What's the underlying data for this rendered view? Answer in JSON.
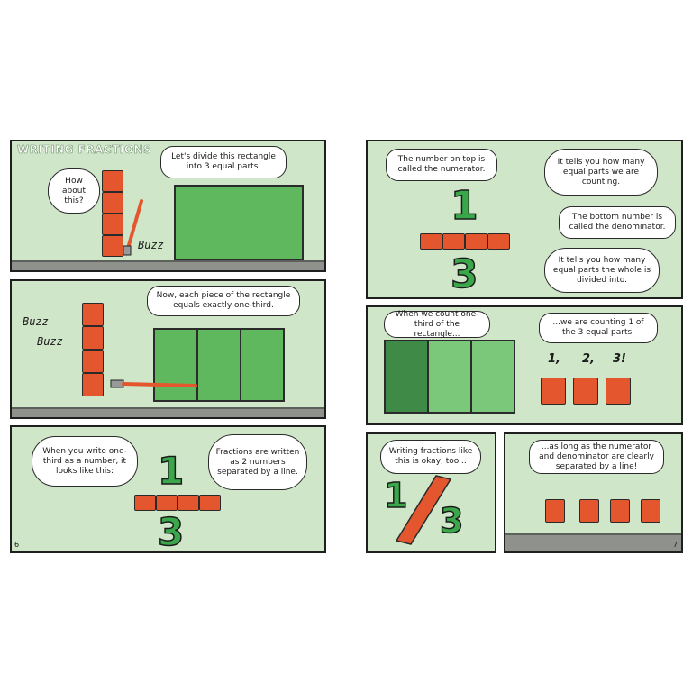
{
  "left_page": {
    "panel1": {
      "title": "WRITING FRACTIONS",
      "bubble_question": "How about this?",
      "bubble_divide": "Let's divide this rectangle into 3 equal parts.",
      "sound": "Buzz"
    },
    "panel2": {
      "bubble_each_piece": "Now, each piece of the rectangle equals exactly one-third.",
      "sound1": "Buzz",
      "sound2": "Buzz"
    },
    "panel3": {
      "bubble_write": "When you write one-third as a number, it looks like this:",
      "bubble_fractions": "Fractions are written as 2 numbers separated by a line.",
      "numerator": "1",
      "denominator": "3"
    },
    "page_number": "6"
  },
  "right_page": {
    "panel1": {
      "bubble_top": "The number on top is called the numerator.",
      "bubble_tells": "It tells you how many equal parts we are counting.",
      "bubble_bottom": "The bottom number is called the denominator.",
      "bubble_whole": "It tells you how many equal parts the whole is divided into.",
      "numerator": "1",
      "denominator": "3"
    },
    "panel2": {
      "bubble_count": "When we count one-third of the rectangle...",
      "bubble_counting": "...we are counting 1 of the 3 equal parts.",
      "count_labels": [
        "1,",
        "2,",
        "3!"
      ]
    },
    "panel3": {
      "bubble_okay": "Writing fractions like this is okay, too...",
      "numerator": "1",
      "denominator": "3"
    },
    "panel4": {
      "bubble_long": "...as long as the numerator and denominator are clearly separated by a line!"
    },
    "page_number": "7"
  },
  "colors": {
    "panel_bg": "#cfe6c9",
    "rect_green": "#5fb85e",
    "rect_dark": "#3f8a46",
    "rect_light": "#7cc87a",
    "number_green": "#3aa84a",
    "block_orange": "#e4572e",
    "ground_gray": "#8f918c"
  }
}
